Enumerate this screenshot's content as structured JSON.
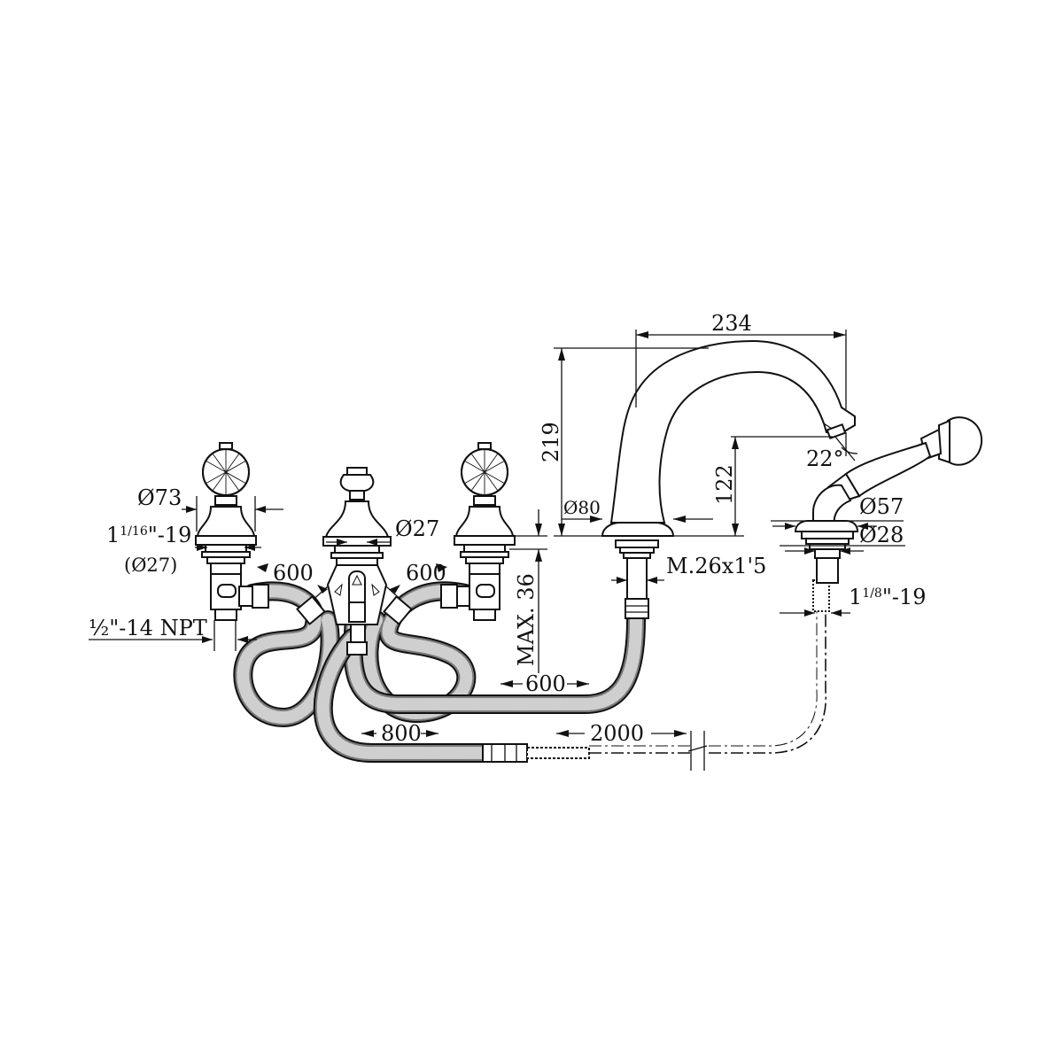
{
  "dimensions": {
    "spout_reach": "234",
    "spout_height": "219",
    "spout_outlet_height": "122",
    "spout_angle": "22°",
    "spout_base_diameter": "Ø80",
    "spout_thread": "M.26x1'5",
    "handle_base_diameter": "Ø73",
    "handle_thread_label": "1",
    "handle_thread_frac": "1/16",
    "handle_thread_rest": "\"-19",
    "handle_thread_metric": "(Ø27)",
    "diverter_diameter": "Ø27",
    "inlet_thread": "½\"-14 NPT",
    "max_deck_thickness": "MAX. 36",
    "hose_left": "600",
    "hose_right": "600",
    "hose_spout": "600",
    "hose_shower_connector": "800",
    "shower_hose_length": "2000",
    "shower_holder_diameter": "Ø57",
    "shower_shank_diameter": "Ø28",
    "shower_thread_label": "1",
    "shower_thread_frac": "1/8",
    "shower_thread_rest": "\"-19"
  },
  "colors": {
    "ink": "#111111",
    "hose_mid": "#7a7a7a",
    "background": "#ffffff"
  }
}
